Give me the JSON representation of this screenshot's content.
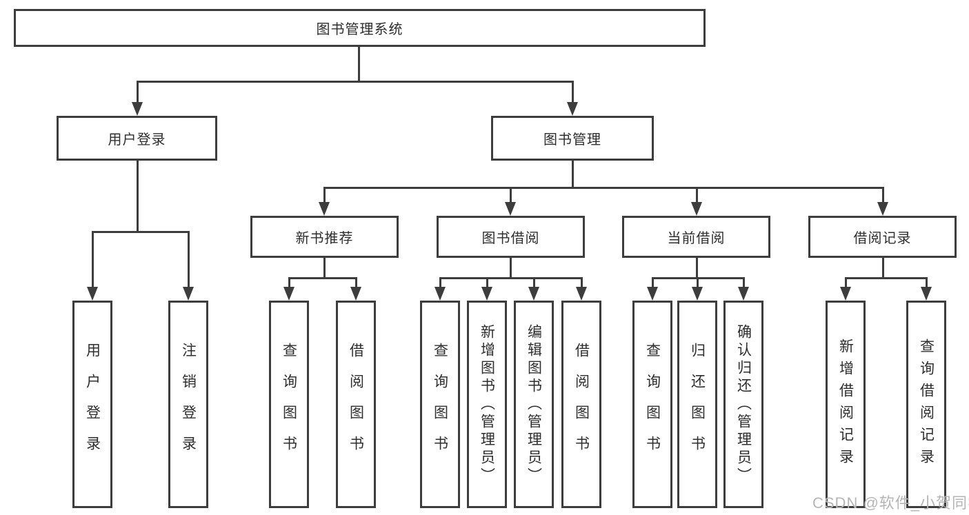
{
  "nodes": {
    "root": "图书管理系统",
    "user_login": "用户登录",
    "book_mgmt": "图书管理",
    "login_children": [
      "用户登录",
      "注销登录"
    ],
    "mgmt_children": [
      "新书推荐",
      "图书借阅",
      "当前借阅",
      "借阅记录"
    ],
    "recommend_children": [
      "查询图书",
      "借阅图书"
    ],
    "borrow_children": [
      "查询图书",
      "新增图书（管理员）",
      "编辑图书（管理员）",
      "借阅图书"
    ],
    "current_children": [
      "查询图书",
      "归还图书",
      "确认归还（管理员）"
    ],
    "records_children": [
      "新增借阅记录",
      "查询借阅记录"
    ]
  },
  "watermark": "CSDN @软件_小贺同学",
  "colors": {
    "line": "#3d3d3d",
    "background": "#ffffff",
    "watermark": "#b5b5b5"
  }
}
